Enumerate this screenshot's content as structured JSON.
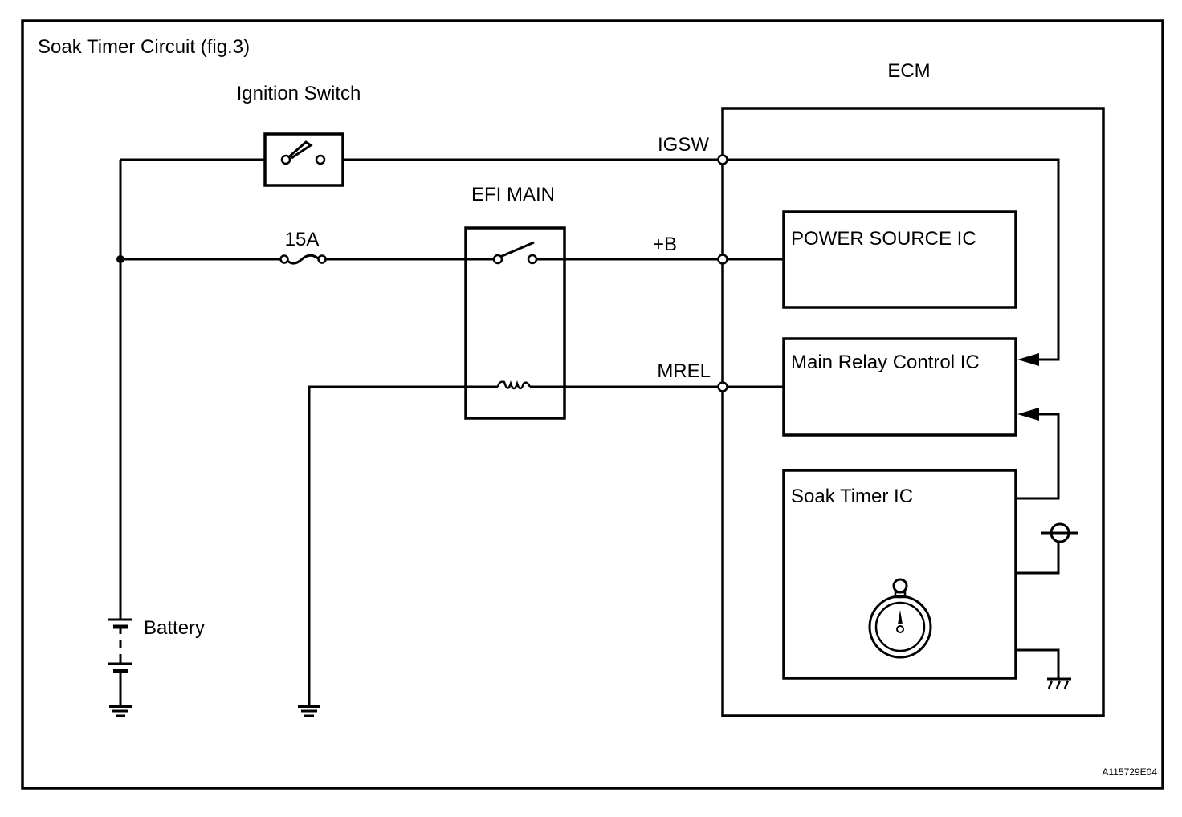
{
  "diagram": {
    "title": "Soak Timer Circuit (fig.3)",
    "reference_code": "A115729E04",
    "components": {
      "ignition_switch": "Ignition Switch",
      "fuse": "15A",
      "relay": "EFI MAIN",
      "battery": "Battery",
      "ecm": "ECM",
      "power_source_ic": "POWER SOURCE IC",
      "main_relay_control_ic": "Main Relay Control IC",
      "soak_timer_ic": "Soak Timer IC"
    },
    "terminals": {
      "igsw": "IGSW",
      "plus_b": "+B",
      "mrel": "MREL"
    },
    "icons": [
      "switch-icon",
      "fuse-icon",
      "relay-switch-icon",
      "relay-coil-icon",
      "battery-icon",
      "ground-icon",
      "chassis-ground-icon",
      "stopwatch-icon",
      "signal-terminal-icon",
      "arrow-icon"
    ]
  }
}
